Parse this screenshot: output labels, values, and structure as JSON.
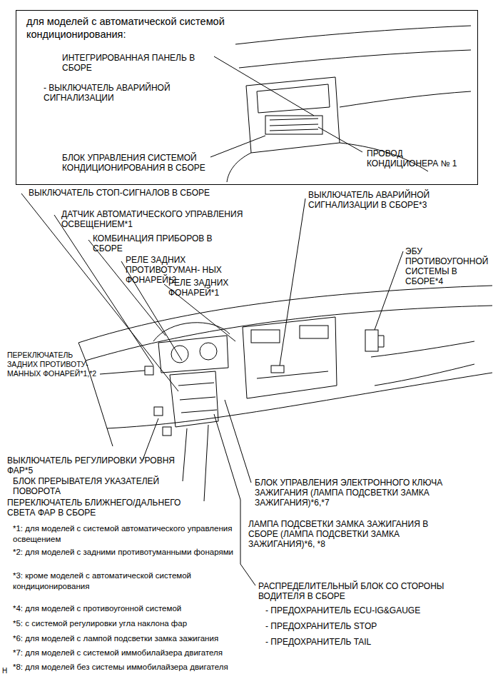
{
  "diagram": {
    "nodes": [
      {
        "text": [
          "для моделей с автоматической системой кондиционирования:",
          "ИНТЕГРИРОВАННАЯ ПАНЕЛЬ В СБОРЕ",
          "- ВЫКЛЮЧАТЕЛЬ АВАРИЙНОЙ СИГНАЛИЗАЦИИ",
          "БЛОК УПРАВЛЕНИЯ СИСТЕМОЙ КОНДИЦИОНИРОВАНИЯ В СБОРЕ",
          "ПРОВОД КОНДИЦИОНЕРА № 1"
        ]
      }
    ],
    "labels": [
      "ВЫКЛЮЧАТЕЛЬ СТОП-СИГНАЛОВ В СБОРЕ",
      "ДАТЧИК АВТОМАТИЧЕСКОГО УПРАВЛЕНИЯ ОСВЕЩЕНИЕМ*1",
      "КОМБИНАЦИЯ ПРИБОРОВ В СБОРЕ",
      "РЕЛЕ ЗАДНИХ ПРОТИВОТУМАН- НЫХ ФОНАРЕЙ*2",
      "РЕЛЕ ЗАДНИХ ФОНАРЕЙ*1",
      "ВЫКЛЮЧАТЕЛЬ АВАРИЙНОЙ СИГНАЛИЗАЦИИ В СБОРЕ*3",
      "ЭБУ ПРОТИВОУГОННОЙ СИСТЕМЫ В СБОРЕ*4",
      "ПЕРЕКЛЮЧАТЕЛЬ ЗАДНИХ ПРОТИВОТУ- МАННЫХ ФОНАРЕЙ*1,*2",
      "ВЫКЛЮЧАТЕЛЬ РЕГУЛИРОВКИ УРОВНЯ ФАР*5",
      "БЛОК ПРЕРЫВАТЕЛЯ УКАЗАТЕЛЕЙ ПОВОРОТА",
      "ПЕРЕКЛЮЧАТЕЛЬ БЛИЖНЕГО/ДАЛЬНЕГО СВЕТА ФАР В СБОРЕ",
      "БЛОК УПРАВЛЕНИЯ ЭЛЕКТРОННОГО КЛЮЧА ЗАЖИГАНИЯ (ЛАМПА ПОДСВЕТКИ ЗАМКА ЗАЖИГАНИЯ)*6,*7",
      "ЛАМПА ПОДСВЕТКИ ЗАМКА ЗАЖИГАНИЯ В СБОРЕ (ЛАМПА ПОДСВЕТКИ ЗАМКА ЗАЖИГАНИЯ)*6, *8",
      "РАСПРЕДЕЛИТЕЛЬНЫЙ БЛОК СО СТОРОНЫ ВОДИТЕЛЯ В СБОРЕ",
      "- ПРЕДОХРАНИТЕЛЬ ECU-IG&GAUGE",
      "- ПРЕДОХРАНИТЕЛЬ STOP",
      "- ПРЕДОХРАНИТЕЛЬ TAIL",
      "*1: для моделей с системой автоматического управления освещением",
      "*2: для моделей с задними противотуманными фонарями",
      "*3: кроме моделей с автоматической системой кондиционирования",
      "*4: для моделей с противоугонной системой",
      "*5: с системой регулировки угла наклона фар",
      "*6: для моделей с лампой подсветки замка зажигания",
      "*7: для моделей с системой иммобилайзера двигателя",
      "*8: для моделей без системы иммобилайзера двигателя",
      "H"
    ]
  }
}
